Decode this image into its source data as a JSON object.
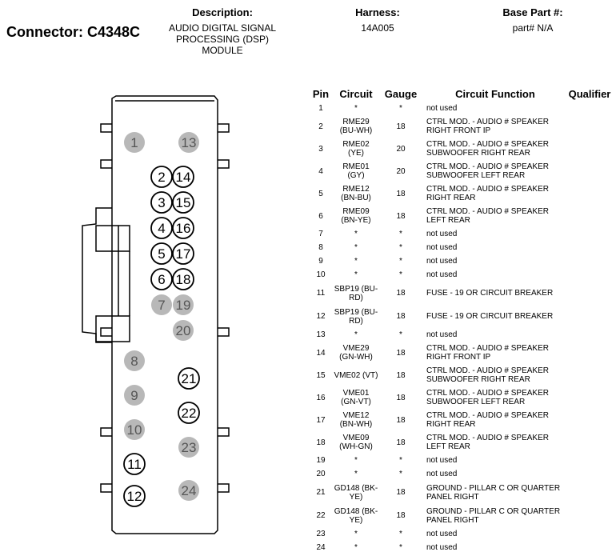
{
  "connector": "Connector: C4348C",
  "description": {
    "label": "Description:",
    "value": "AUDIO DIGITAL SIGNAL PROCESSING (DSP) MODULE"
  },
  "harness": {
    "label": "Harness:",
    "value": "14A005"
  },
  "base_part": {
    "label": "Base Part #:",
    "value": "part# N/A"
  },
  "columns": [
    "Pin",
    "Circuit",
    "Gauge",
    "Circuit Function",
    "Qualifier"
  ],
  "pins": [
    {
      "pin": "1",
      "circuit": "*",
      "gauge": "*",
      "function": "not used",
      "qualifier": ""
    },
    {
      "pin": "2",
      "circuit": "RME29 (BU-WH)",
      "gauge": "18",
      "function": "CTRL MOD. - AUDIO # SPEAKER RIGHT FRONT IP",
      "qualifier": ""
    },
    {
      "pin": "3",
      "circuit": "RME02 (YE)",
      "gauge": "20",
      "function": "CTRL MOD. - AUDIO # SPEAKER SUBWOOFER RIGHT REAR",
      "qualifier": ""
    },
    {
      "pin": "4",
      "circuit": "RME01 (GY)",
      "gauge": "20",
      "function": "CTRL MOD. - AUDIO # SPEAKER SUBWOOFER LEFT REAR",
      "qualifier": ""
    },
    {
      "pin": "5",
      "circuit": "RME12 (BN-BU)",
      "gauge": "18",
      "function": "CTRL MOD. - AUDIO # SPEAKER RIGHT REAR",
      "qualifier": ""
    },
    {
      "pin": "6",
      "circuit": "RME09 (BN-YE)",
      "gauge": "18",
      "function": "CTRL MOD. - AUDIO # SPEAKER LEFT REAR",
      "qualifier": ""
    },
    {
      "pin": "7",
      "circuit": "*",
      "gauge": "*",
      "function": "not used",
      "qualifier": ""
    },
    {
      "pin": "8",
      "circuit": "*",
      "gauge": "*",
      "function": "not used",
      "qualifier": ""
    },
    {
      "pin": "9",
      "circuit": "*",
      "gauge": "*",
      "function": "not used",
      "qualifier": ""
    },
    {
      "pin": "10",
      "circuit": "*",
      "gauge": "*",
      "function": "not used",
      "qualifier": ""
    },
    {
      "pin": "11",
      "circuit": "SBP19 (BU-RD)",
      "gauge": "18",
      "function": "FUSE - 19 OR CIRCUIT BREAKER",
      "qualifier": ""
    },
    {
      "pin": "12",
      "circuit": "SBP19 (BU-RD)",
      "gauge": "18",
      "function": "FUSE - 19 OR CIRCUIT BREAKER",
      "qualifier": ""
    },
    {
      "pin": "13",
      "circuit": "*",
      "gauge": "*",
      "function": "not used",
      "qualifier": ""
    },
    {
      "pin": "14",
      "circuit": "VME29 (GN-WH)",
      "gauge": "18",
      "function": "CTRL MOD. - AUDIO # SPEAKER RIGHT FRONT IP",
      "qualifier": ""
    },
    {
      "pin": "15",
      "circuit": "VME02 (VT)",
      "gauge": "18",
      "function": "CTRL MOD. - AUDIO # SPEAKER SUBWOOFER RIGHT REAR",
      "qualifier": ""
    },
    {
      "pin": "16",
      "circuit": "VME01 (GN-VT)",
      "gauge": "18",
      "function": "CTRL MOD. - AUDIO # SPEAKER SUBWOOFER LEFT REAR",
      "qualifier": ""
    },
    {
      "pin": "17",
      "circuit": "VME12 (BN-WH)",
      "gauge": "18",
      "function": "CTRL MOD. - AUDIO # SPEAKER RIGHT REAR",
      "qualifier": ""
    },
    {
      "pin": "18",
      "circuit": "VME09 (WH-GN)",
      "gauge": "18",
      "function": "CTRL MOD. - AUDIO # SPEAKER LEFT REAR",
      "qualifier": ""
    },
    {
      "pin": "19",
      "circuit": "*",
      "gauge": "*",
      "function": "not used",
      "qualifier": ""
    },
    {
      "pin": "20",
      "circuit": "*",
      "gauge": "*",
      "function": "not used",
      "qualifier": ""
    },
    {
      "pin": "21",
      "circuit": "GD148 (BK-YE)",
      "gauge": "18",
      "function": "GROUND - PILLAR C OR QUARTER PANEL RIGHT",
      "qualifier": ""
    },
    {
      "pin": "22",
      "circuit": "GD148 (BK-YE)",
      "gauge": "18",
      "function": "GROUND - PILLAR C OR QUARTER PANEL RIGHT",
      "qualifier": ""
    },
    {
      "pin": "23",
      "circuit": "*",
      "gauge": "*",
      "function": "not used",
      "qualifier": ""
    },
    {
      "pin": "24",
      "circuit": "*",
      "gauge": "*",
      "function": "not used",
      "qualifier": ""
    }
  ],
  "diagram_pins": [
    {
      "label": "1",
      "used": false
    },
    {
      "label": "13",
      "used": false
    },
    {
      "label": "2",
      "used": true
    },
    {
      "label": "14",
      "used": true
    },
    {
      "label": "3",
      "used": true
    },
    {
      "label": "15",
      "used": true
    },
    {
      "label": "4",
      "used": true
    },
    {
      "label": "16",
      "used": true
    },
    {
      "label": "5",
      "used": true
    },
    {
      "label": "17",
      "used": true
    },
    {
      "label": "6",
      "used": true
    },
    {
      "label": "18",
      "used": true
    },
    {
      "label": "7",
      "used": false
    },
    {
      "label": "19",
      "used": false
    },
    {
      "label": "20",
      "used": false
    },
    {
      "label": "8",
      "used": false
    },
    {
      "label": "21",
      "used": true
    },
    {
      "label": "9",
      "used": false
    },
    {
      "label": "22",
      "used": true
    },
    {
      "label": "10",
      "used": false
    },
    {
      "label": "23",
      "used": false
    },
    {
      "label": "11",
      "used": true
    },
    {
      "label": "12",
      "used": true
    },
    {
      "label": "24",
      "used": false
    }
  ],
  "colors": {
    "unused_pin": "#b8b8b8",
    "used_pin_fill": "#ffffff",
    "outline": "#000000"
  }
}
